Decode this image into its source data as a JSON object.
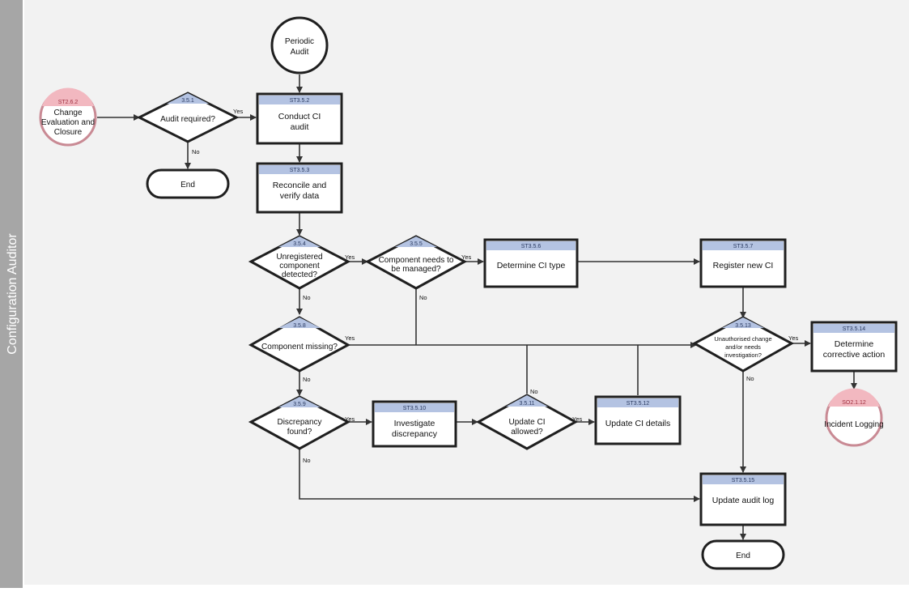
{
  "lane": {
    "title": "Configuration Auditor"
  },
  "colors": {
    "lane_bar": "#a6a6a6",
    "lane_bg": "#f2f2f2",
    "box_fill": "#ffffff",
    "box_border": "#1f1f1f",
    "header_fill": "#b4c3e2",
    "red_header": "#f2b8c0",
    "red_border": "#c98a94",
    "line": "#333333"
  },
  "nodes": {
    "start": {
      "label": [
        "Periodic",
        "Audit"
      ]
    },
    "st262": {
      "code": "ST2.6.2",
      "label": [
        "Change",
        "Evaluation and",
        "Closure"
      ]
    },
    "d351": {
      "code": "3.5.1",
      "label": [
        "Audit required?"
      ]
    },
    "end1": {
      "label": "End"
    },
    "st352": {
      "code": "ST3.5.2",
      "label": [
        "Conduct CI",
        "audit"
      ]
    },
    "st353": {
      "code": "ST3.5.3",
      "label": [
        "Reconcile and",
        "verify data"
      ]
    },
    "d354": {
      "code": "3.5.4",
      "label": [
        "Unregistered",
        "component",
        "detected?"
      ]
    },
    "d355": {
      "code": "3.5.5",
      "label": [
        "Component needs to",
        "be managed?"
      ]
    },
    "st356": {
      "code": "ST3.5.6",
      "label": [
        "Determine CI type"
      ]
    },
    "st357": {
      "code": "ST3.5.7",
      "label": [
        "Register new CI"
      ]
    },
    "d358": {
      "code": "3.5.8",
      "label": [
        "Component missing?"
      ]
    },
    "d3513": {
      "code": "3.5.13",
      "label": [
        "Unauthorised change",
        "and/or needs",
        "investigation?"
      ]
    },
    "st3514": {
      "code": "ST3.5.14",
      "label": [
        "Determine",
        "corrective action"
      ]
    },
    "so2112": {
      "code": "SO2.1.12",
      "label": [
        "Incident Logging"
      ]
    },
    "d359": {
      "code": "3.5.9",
      "label": [
        "Discrepancy",
        "found?"
      ]
    },
    "st3510": {
      "code": "ST3.5.10",
      "label": [
        "Investigate",
        "discrepancy"
      ]
    },
    "d3511": {
      "code": "3.5.11",
      "label": [
        "Update CI",
        "allowed?"
      ]
    },
    "st3512": {
      "code": "ST3.5.12",
      "label": [
        "Update CI details"
      ]
    },
    "st3515": {
      "code": "ST3.5.15",
      "label": [
        "Update audit log"
      ]
    },
    "end2": {
      "label": "End"
    }
  },
  "connector_labels": {
    "yes": "Yes",
    "no": "No"
  }
}
